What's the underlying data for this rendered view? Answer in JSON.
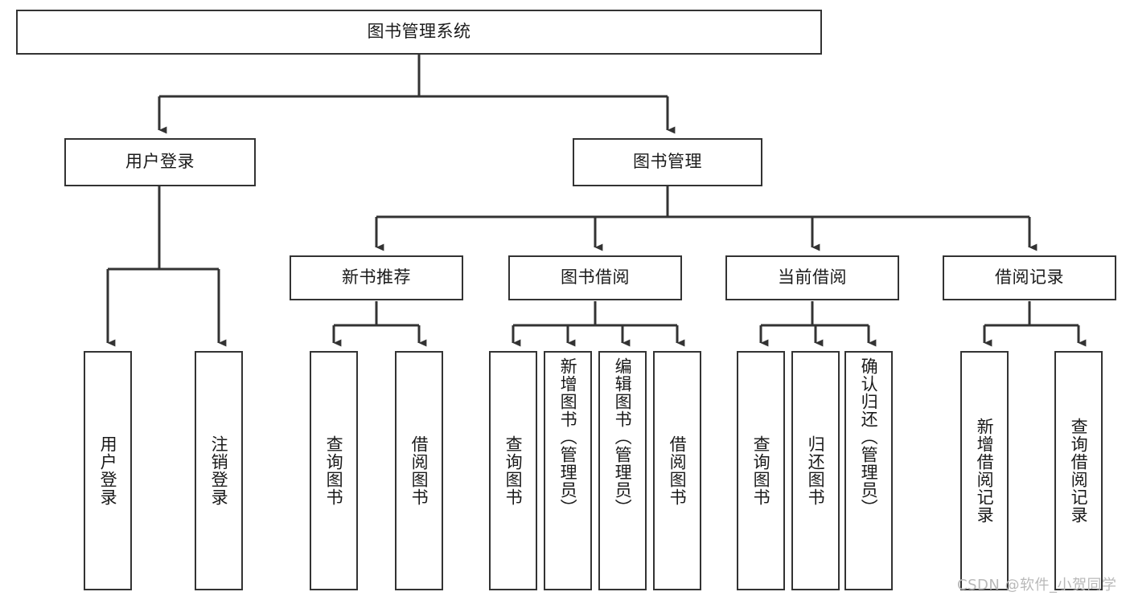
{
  "diagram": {
    "title": "图书管理系统",
    "type": "tree-hierarchy-chart",
    "watermark": "CSDN @软件_小贺同学",
    "colors": {
      "box_border": "#333333",
      "box_fill": "#ffffff",
      "connector": "#333333",
      "text": "#1a1a1a",
      "watermark": "#b9b9b9",
      "background": "#ffffff"
    },
    "nodes": {
      "root": {
        "label": "图书管理系统"
      },
      "level1": [
        {
          "id": "user-login",
          "label": "用户登录"
        },
        {
          "id": "book-manage",
          "label": "图书管理"
        }
      ],
      "level2": [
        {
          "id": "new-book-rec",
          "label": "新书推荐"
        },
        {
          "id": "book-borrow",
          "label": "图书借阅"
        },
        {
          "id": "current-borrow",
          "label": "当前借阅"
        },
        {
          "id": "borrow-record",
          "label": "借阅记录"
        }
      ],
      "leaves": {
        "user-login": [
          {
            "id": "leaf-user-login",
            "label": "用户登录"
          },
          {
            "id": "leaf-logout",
            "label": "注销登录"
          }
        ],
        "new-book-rec": [
          {
            "id": "leaf-query-book-1",
            "label": "查询图书"
          },
          {
            "id": "leaf-borrow-book-1",
            "label": "借阅图书"
          }
        ],
        "book-borrow": [
          {
            "id": "leaf-query-book-2",
            "label": "查询图书"
          },
          {
            "id": "leaf-add-book",
            "label": "新增图书（管理员）"
          },
          {
            "id": "leaf-edit-book",
            "label": "编辑图书（管理员）"
          },
          {
            "id": "leaf-borrow-book-2",
            "label": "借阅图书"
          }
        ],
        "current-borrow": [
          {
            "id": "leaf-query-book-3",
            "label": "查询图书"
          },
          {
            "id": "leaf-return-book",
            "label": "归还图书"
          },
          {
            "id": "leaf-confirm-return",
            "label": "确认归还（管理员）"
          }
        ],
        "borrow-record": [
          {
            "id": "leaf-add-record",
            "label": "新增借阅记录"
          },
          {
            "id": "leaf-query-record",
            "label": "查询借阅记录"
          }
        ]
      }
    }
  }
}
